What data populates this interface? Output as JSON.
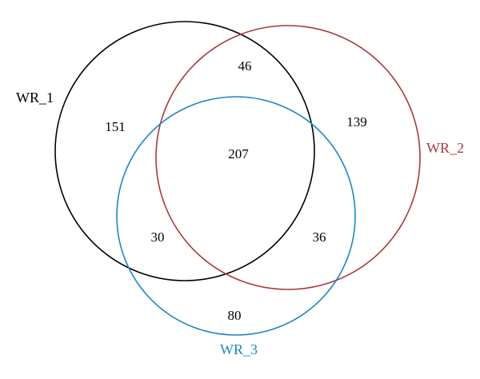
{
  "diagram": {
    "type": "venn",
    "sets": [
      {
        "id": "wr1",
        "label": "WR_1",
        "color": "#000000"
      },
      {
        "id": "wr2",
        "label": "WR_2",
        "color": "#a83a3a"
      },
      {
        "id": "wr3",
        "label": "WR_3",
        "color": "#1f86c4"
      }
    ],
    "regions": {
      "wr1_only": "151",
      "wr2_only": "139",
      "wr3_only": "80",
      "wr1_wr2_only": "46",
      "wr1_wr3_only": "30",
      "wr2_wr3_only": "36",
      "all_three": "207"
    }
  }
}
